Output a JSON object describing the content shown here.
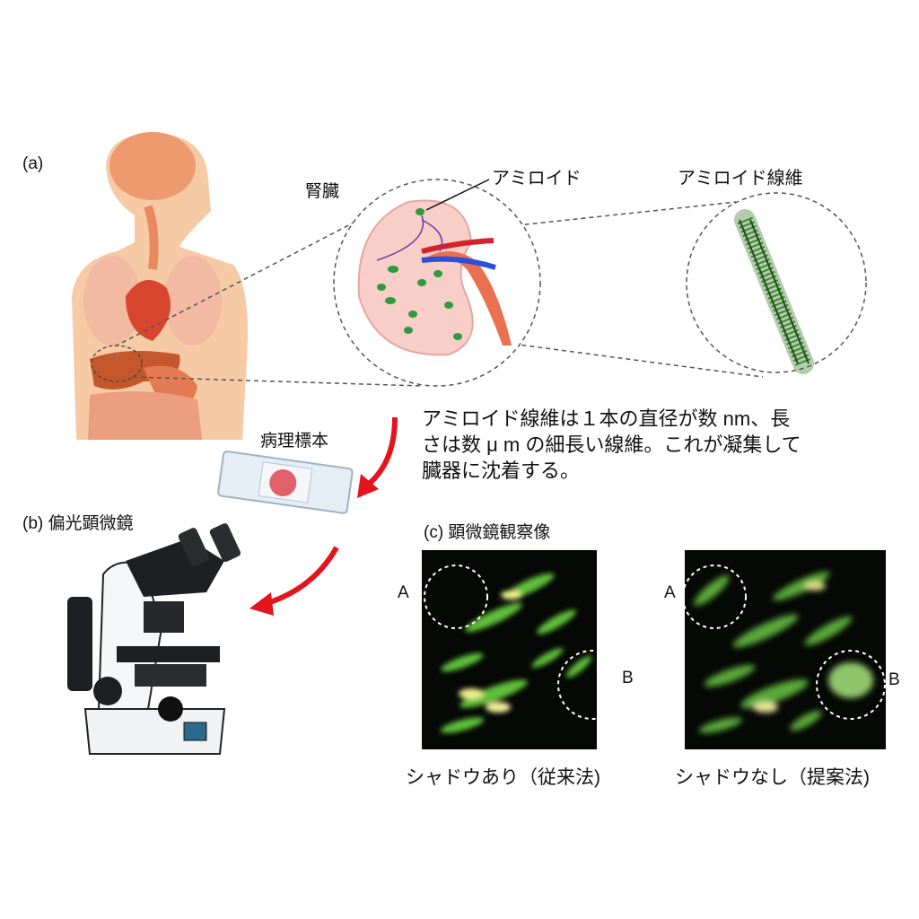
{
  "panel_a": {
    "label": "(a)",
    "kidney_label": "腎臓",
    "amyloid_label": "アミロイド",
    "fiber_label": "アミロイド線維",
    "description_lines": [
      "アミロイド線維は１本の直径が数 nm、長",
      "さは数 μ m の細長い線維。これが凝集して",
      "臓器に沈着する。"
    ],
    "specimen_label": "病理標本"
  },
  "panel_b": {
    "label": "(b) 偏光顕微鏡"
  },
  "panel_c": {
    "label": "(c)  顕微鏡観察像",
    "images": [
      {
        "caption": "シャドウあり（従来法)",
        "region_a": "A",
        "region_b": "B"
      },
      {
        "caption": "シャドウなし（提案法)",
        "region_a": "A",
        "region_b": "B"
      }
    ]
  },
  "colors": {
    "arrow": "#e3141b",
    "fiber": "#3a7a2a",
    "skin": "#f7caa6"
  }
}
